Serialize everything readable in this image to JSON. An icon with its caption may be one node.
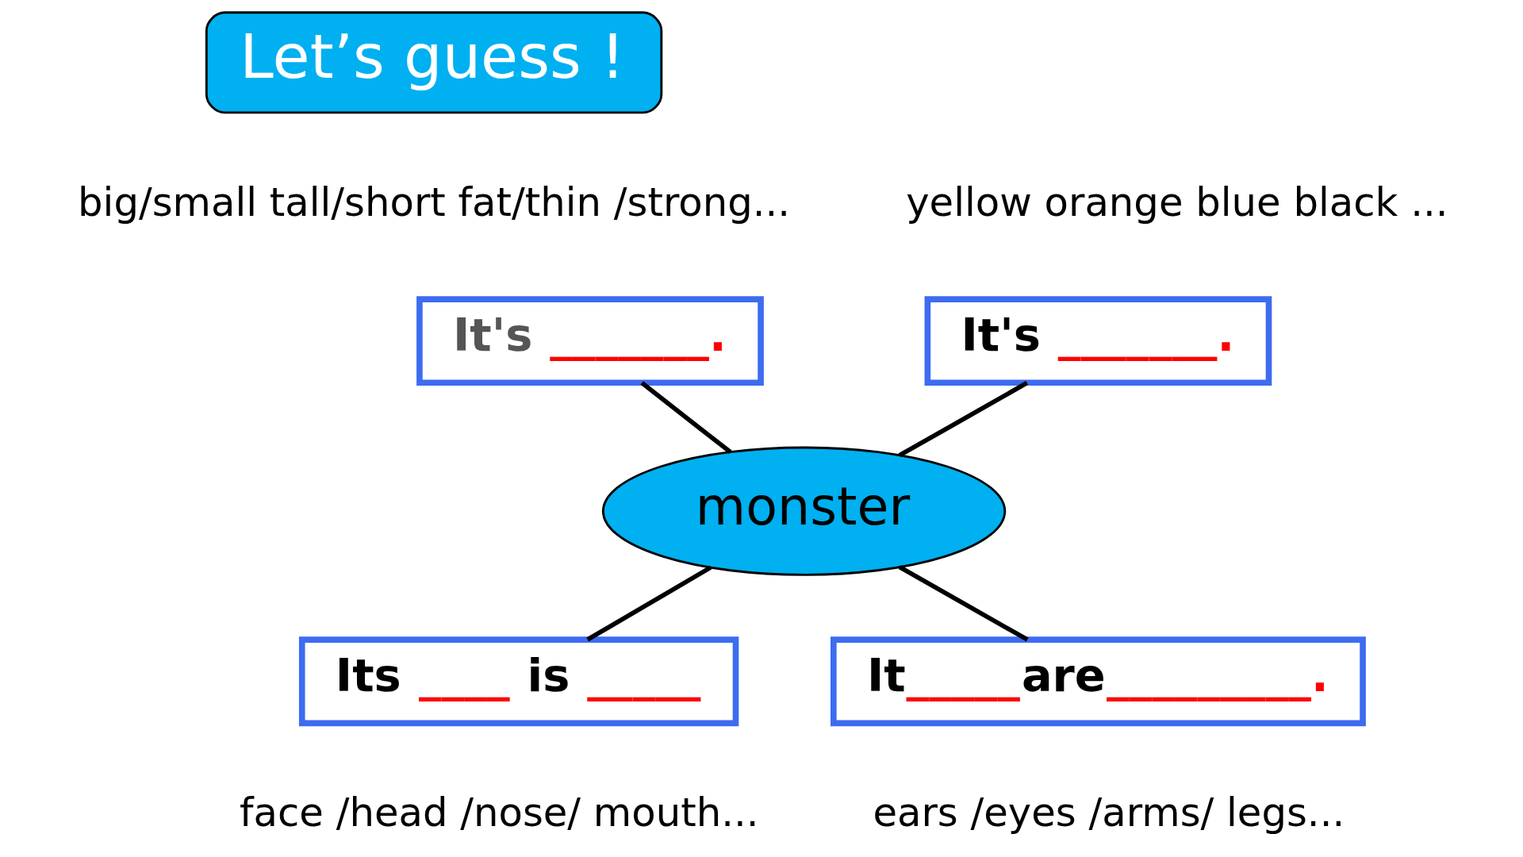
{
  "diagram": {
    "nodes": [
      {
        "text": [
          "Let’s guess !"
        ]
      },
      {
        "text": [
          "It's _______."
        ]
      },
      {
        "text": [
          "It's _______."
        ]
      },
      {
        "text": [
          "monster"
        ]
      },
      {
        "text": [
          "Its ____ is _____"
        ]
      },
      {
        "text": [
          "It_____are_________."
        ]
      }
    ],
    "edges": [
      {
        "from": 3,
        "to": 1,
        "arrow": "none"
      },
      {
        "from": 3,
        "to": 2,
        "arrow": "none"
      },
      {
        "from": 3,
        "to": 4,
        "arrow": "none"
      },
      {
        "from": 3,
        "to": 5,
        "arrow": "none"
      }
    ],
    "labels": [
      "big/small tall/short fat/thin /strong...",
      "yellow orange blue black ...",
      "face /head /nose/ mouth...",
      "ears /eyes /arms/ legs..."
    ]
  }
}
